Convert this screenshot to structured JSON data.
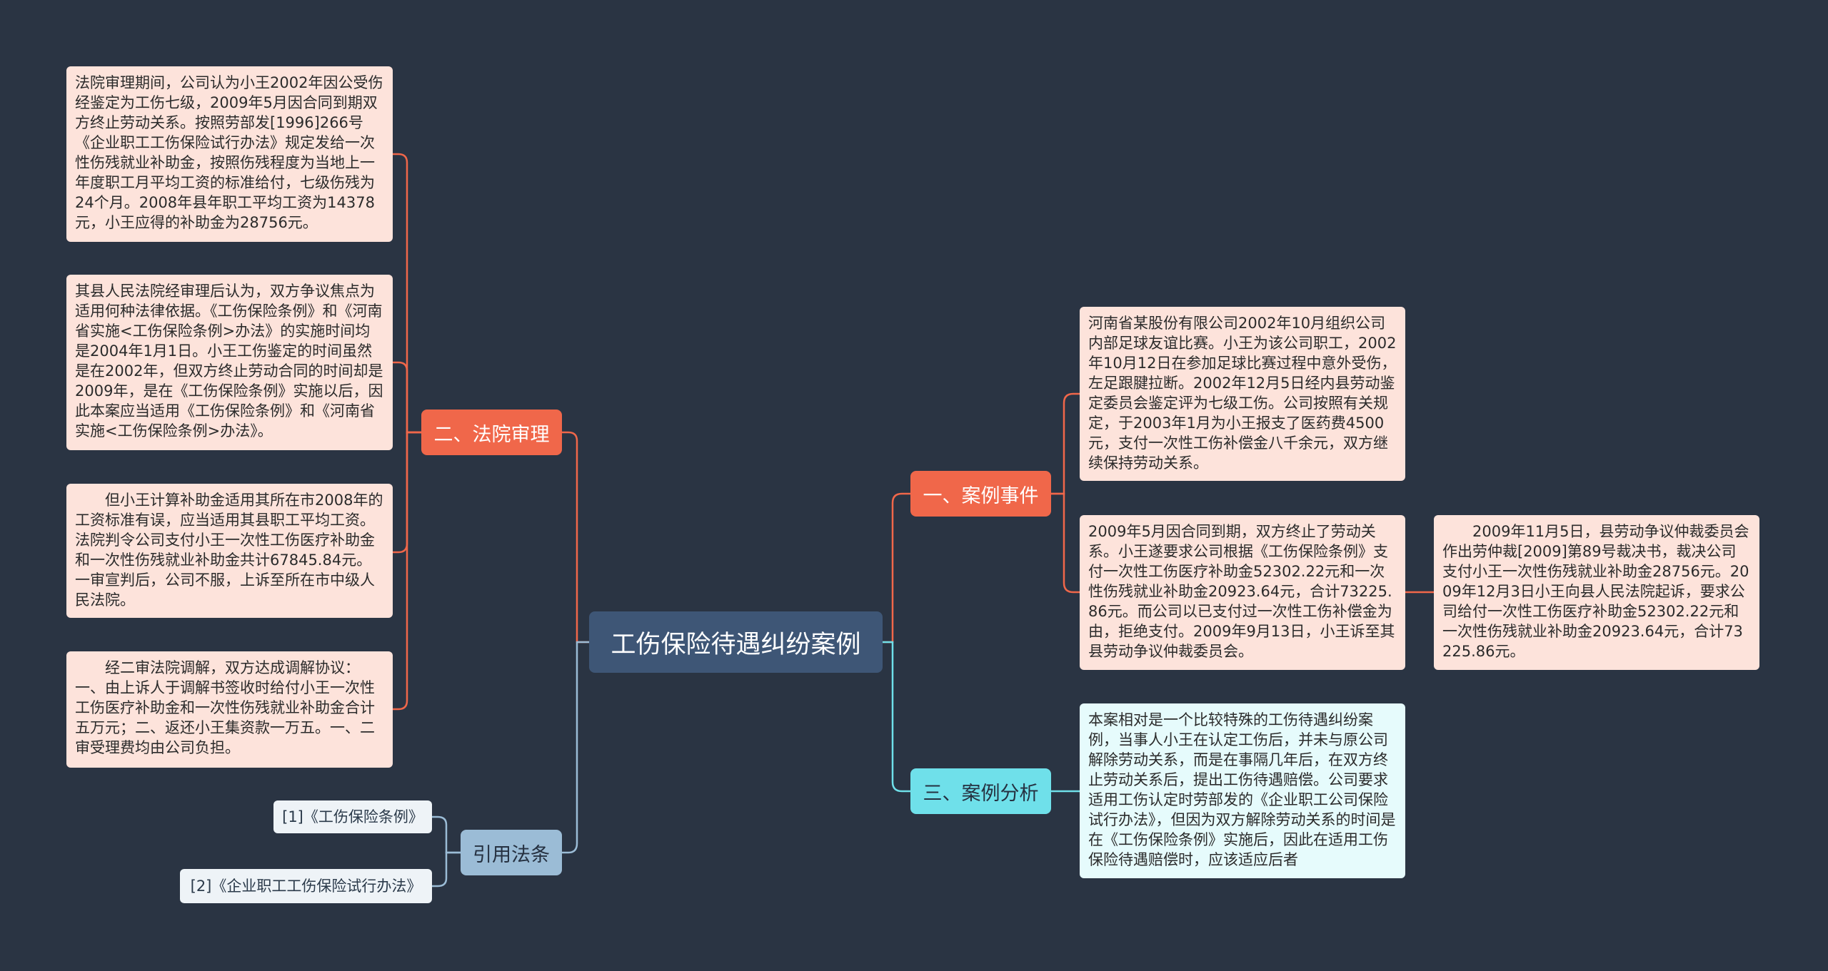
{
  "root": {
    "title": "工伤保险待遇纠纷案例"
  },
  "colors": {
    "background": "#2a3443",
    "root": "#3e5676",
    "orange": "#f0674a",
    "cyan": "#6fe0ea",
    "blue": "#9bbcd6",
    "leaf": "#fde3db",
    "leaf_cyan": "#e6fbfc"
  },
  "branches": {
    "case_event": {
      "label": "一、案例事件",
      "items": [
        "河南省某股份有限公司2002年10月组织公司内部足球友谊比赛。小王为该公司职工，2002年10月12日在参加足球比赛过程中意外受伤，左足跟腱拉断。2002年12月5日经内县劳动鉴定委员会鉴定评为七级工伤。公司按照有关规定，于2003年1月为小王报支了医药费4500元，支付一次性工伤补偿金八千余元，双方继续保持劳动关系。",
        "2009年5月因合同到期，双方终止了劳动关系。小王遂要求公司根据《工伤保险条例》支付一次性工伤医疗补助金52302.22元和一次性伤残就业补助金20923.64元，合计73225.86元。而公司以已支付过一次性工伤补偿金为由，拒绝支付。2009年9月13日，小王诉至其县劳动争议仲裁委员会。"
      ],
      "sub_item": "　　2009年11月5日，县劳动争议仲裁委员会作出劳仲裁[2009]第89号裁决书，裁决公司支付小王一次性伤残就业补助金28756元。2009年12月3日小王向县人民法院起诉，要求公司给付一次性工伤医疗补助金52302.22元和一次性伤残就业补助金20923.64元，合计73225.86元。"
    },
    "court": {
      "label": "二、法院审理",
      "items": [
        "法院审理期间，公司认为小王2002年因公受伤经鉴定为工伤七级，2009年5月因合同到期双方终止劳动关系。按照劳部发[1996]266号《企业职工工伤保险试行办法》规定发给一次性伤残就业补助金，按照伤残程度为当地上一年度职工月平均工资的标准给付，七级伤残为24个月。2008年县年职工平均工资为14378元，小王应得的补助金为28756元。",
        "其县人民法院经审理后认为，双方争议焦点为适用何种法律依据。《工伤保险条例》和《河南省实施<工伤保险条例>办法》的实施时间均是2004年1月1日。小王工伤鉴定的时间虽然是在2002年，但双方终止劳动合同的时间却是2009年，是在《工伤保险条例》实施以后，因此本案应当适用《工伤保险条例》和《河南省实施<工伤保险条例>办法》。",
        "　　但小王计算补助金适用其所在市2008年的工资标准有误，应当适用其县职工平均工资。法院判令公司支付小王一次性工伤医疗补助金和一次性伤残就业补助金共计67845.84元。一审宣判后，公司不服，上诉至所在市中级人民法院。",
        "　　经二审法院调解，双方达成调解协议：一、由上诉人于调解书签收时给付小王一次性工伤医疗补助金和一次性伤残就业补助金合计五万元；二、返还小王集资款一万五。一、二审受理费均由公司负担。"
      ]
    },
    "analysis": {
      "label": "三、案例分析",
      "items": [
        "本案相对是一个比较特殊的工伤待遇纠纷案例，当事人小王在认定工伤后，并未与原公司解除劳动关系，而是在事隔几年后，在双方终止劳动关系后，提出工伤待遇赔偿。公司要求适用工伤认定时劳部发的《企业职工公司保险试行办法》，但因为双方解除劳动关系的时间是在《工伤保险条例》实施后，因此在适用工伤保险待遇赔偿时，应该适应后者"
      ]
    },
    "refs": {
      "label": "引用法条",
      "items": [
        "[1]《工伤保险条例》",
        "[2]《企业职工工伤保险试行办法》"
      ]
    }
  }
}
